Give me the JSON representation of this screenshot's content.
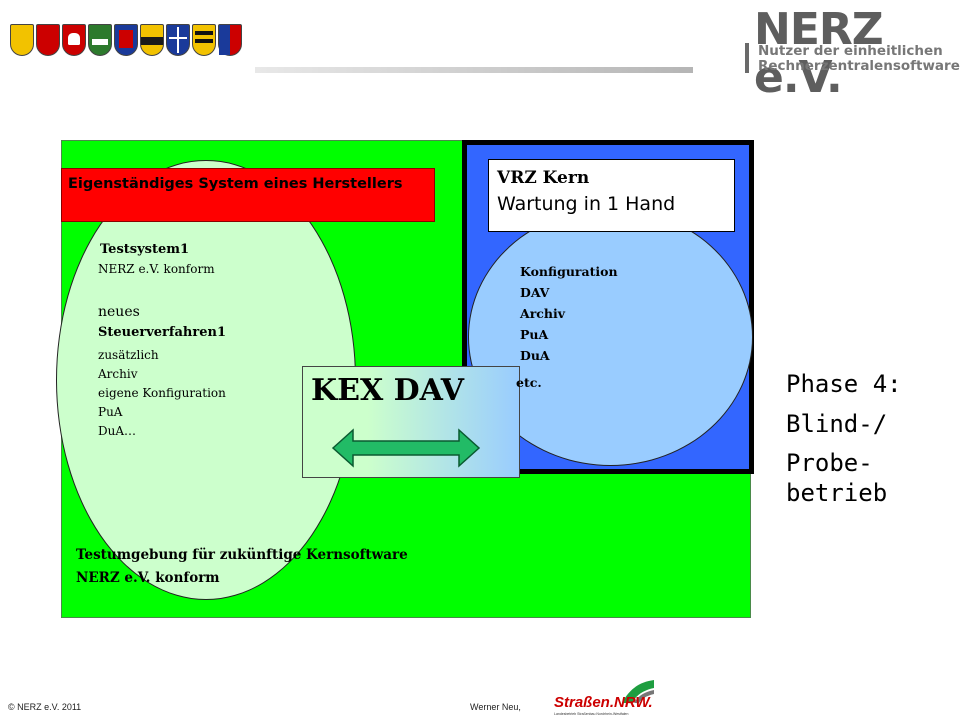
{
  "header": {
    "logo_main": "NERZ e.V.",
    "logo_sub_line1": "Nutzer der einheitlichen",
    "logo_sub_line2": "Rechnerzentralensoftware",
    "crest_colors": [
      "#f2c200",
      "#cc0000",
      "#dddddd",
      "#2d7a2d",
      "#1a3a9a",
      "#cc0000",
      "#f2c200",
      "#1a3a9a",
      "#cc0000"
    ]
  },
  "diagram": {
    "hersteller_label": "Eigenständiges System eines Herstellers",
    "testsystem": {
      "title": "Testsystem1",
      "conform": "NERZ e.V. konform",
      "neues": "neues",
      "steuerverfahren": "Steuerverfahren1",
      "items": [
        "zusätzlich",
        "Archiv",
        "eigene Konfiguration",
        "PuA",
        "DuA…"
      ]
    },
    "testumgebung": {
      "line1": "Testumgebung für zukünftige Kernsoftware",
      "line2": "NERZ e.V. konform"
    },
    "vrz": {
      "title": "VRZ Kern",
      "subtitle": "Wartung in 1 Hand",
      "items": [
        "Konfiguration",
        "DAV",
        "Archiv",
        "PuA",
        "DuA",
        "etc."
      ]
    },
    "kex": {
      "title": "KEX DAV"
    }
  },
  "phase": {
    "line1": "Phase 4:",
    "line2": "Blind-/",
    "line3": "Probe-",
    "line4": "betrieb"
  },
  "footer": {
    "copyright": "© NERZ e.V. 2011",
    "author": "Werner Neu,",
    "logo_text": "Straßen.NRW.",
    "logo_caption": "Landesbetrieb Straßenbau Nordrhein-Westfalen"
  },
  "colors": {
    "green_area": "#00ff00",
    "blue_area": "#3366ff",
    "label_red": "#ff0000",
    "ellipse_green": "#ccffcc",
    "ellipse_blue": "#99ccff",
    "arrow_green": "#22bb66"
  }
}
